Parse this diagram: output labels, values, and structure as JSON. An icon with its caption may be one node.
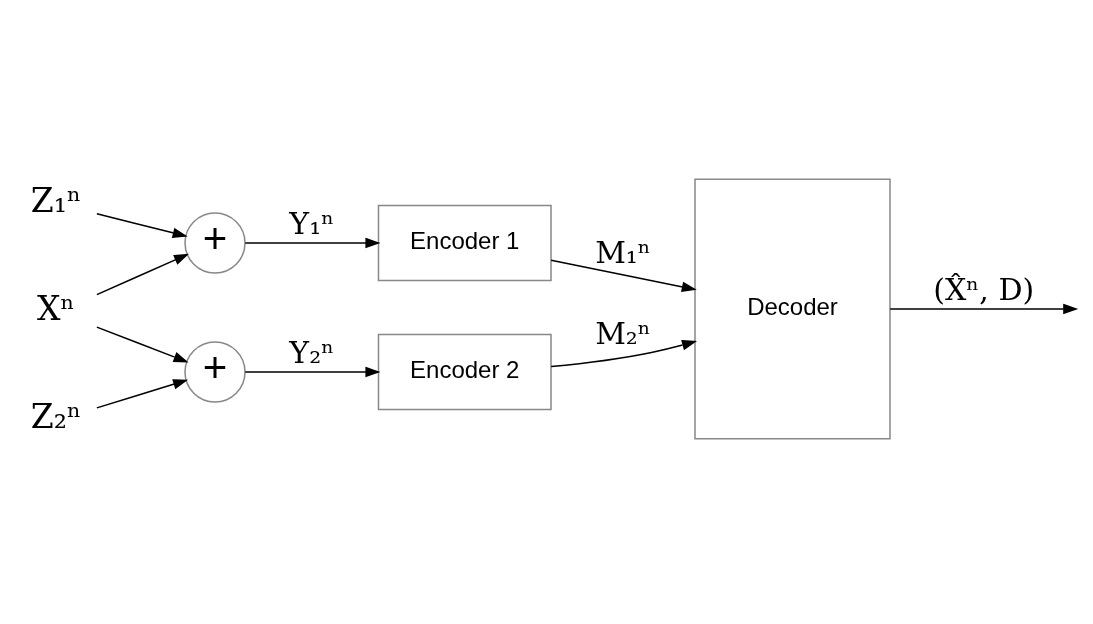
{
  "diagram": {
    "nodes": [
      {
        "text": [
          "Z₁ⁿ"
        ]
      },
      {
        "text": [
          "Xⁿ"
        ]
      },
      {
        "text": [
          "Z₂ⁿ"
        ]
      },
      {
        "text": [
          "+"
        ]
      },
      {
        "text": [
          "+"
        ]
      },
      {
        "text": [
          "Encoder 1"
        ]
      },
      {
        "text": [
          "Encoder 2"
        ]
      },
      {
        "text": [
          "Decoder"
        ]
      }
    ],
    "edges": [
      {
        "from": 0,
        "to": 3,
        "arrow": "to"
      },
      {
        "from": 1,
        "to": 3,
        "arrow": "to"
      },
      {
        "from": 1,
        "to": 4,
        "arrow": "to"
      },
      {
        "from": 2,
        "to": 4,
        "arrow": "to"
      },
      {
        "from": 3,
        "to": 5,
        "arrow": "to",
        "label": "Y₁ⁿ"
      },
      {
        "from": 4,
        "to": 6,
        "arrow": "to",
        "label": "Y₂ⁿ"
      },
      {
        "from": 5,
        "to": 7,
        "arrow": "to",
        "label": "M₁ⁿ"
      },
      {
        "from": 6,
        "to": 7,
        "arrow": "to",
        "label": "M₂ⁿ"
      },
      {
        "from": 7,
        "to": null,
        "arrow": "to",
        "label": "(X̂ⁿ, D)"
      }
    ]
  }
}
